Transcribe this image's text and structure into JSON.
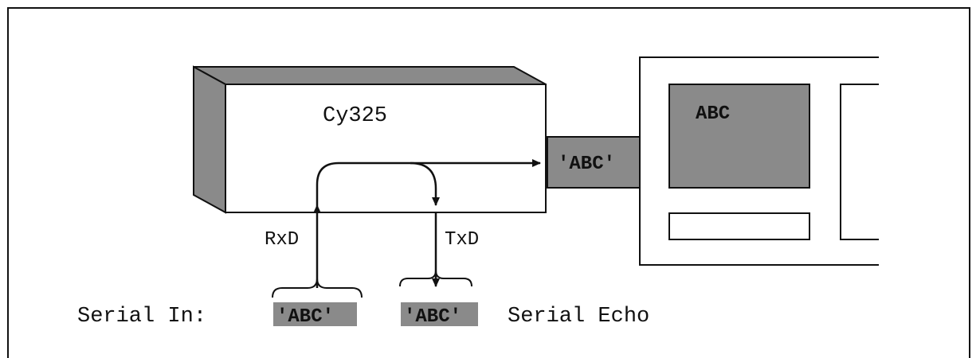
{
  "diagram": {
    "device_label": "Cy325",
    "terminal_screen_text": "ABC",
    "output_data": "'ABC'",
    "rxd_label": "RxD",
    "txd_label": "TxD",
    "serial_in_label": "Serial In:",
    "serial_in_data": "'ABC'",
    "serial_echo_data": "'ABC'",
    "serial_echo_label": "Serial Echo"
  },
  "colors": {
    "shade": "#8a8a8a",
    "line": "#111111",
    "background": "#ffffff"
  }
}
